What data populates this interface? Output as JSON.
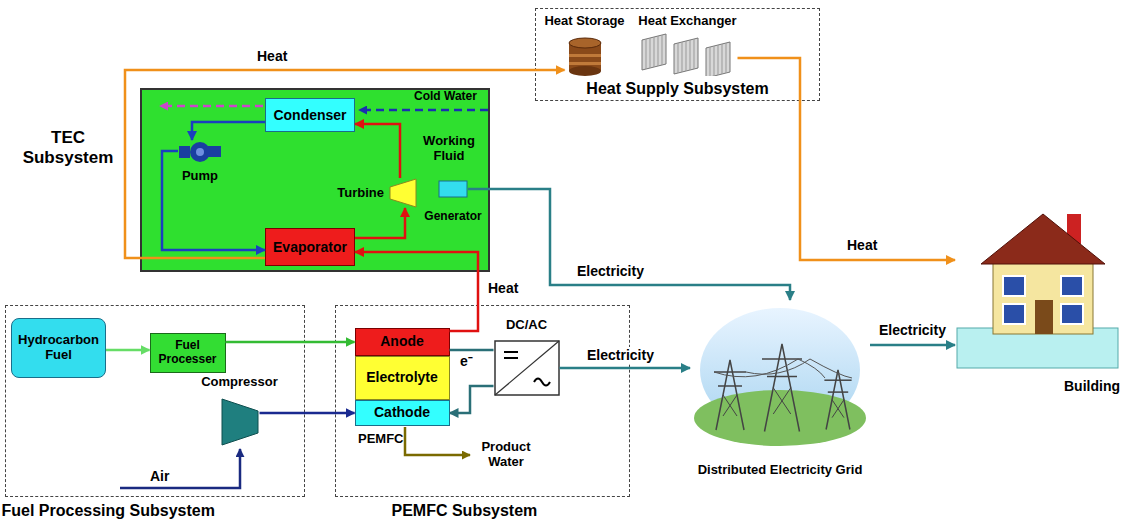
{
  "diagram": {
    "nodes": [
      {
        "text": [
          "TEC Subsystem"
        ]
      },
      {
        "text": [
          "Condenser"
        ],
        "in": 0
      },
      {
        "text": [
          "Evaporator"
        ],
        "in": 0
      },
      {
        "text": [
          "Pump"
        ],
        "in": 0
      },
      {
        "text": [
          "Turbine"
        ],
        "in": 0
      },
      {
        "text": [
          "Generator"
        ],
        "in": 0
      },
      {
        "text": [
          "Heat Supply Subsystem"
        ]
      },
      {
        "text": [
          "Heat Storage"
        ],
        "in": 6
      },
      {
        "text": [
          "Heat Exchanger"
        ],
        "in": 6
      },
      {
        "text": [
          "Fuel Processing Subsystem"
        ]
      },
      {
        "text": [
          "Hydrocarbon Fuel"
        ],
        "in": 9
      },
      {
        "text": [
          "Fuel Processer"
        ],
        "in": 9
      },
      {
        "text": [
          "Compressor"
        ],
        "in": 9
      },
      {
        "text": [
          "PEMFC Subsystem"
        ]
      },
      {
        "text": [
          "Anode"
        ],
        "in": 13
      },
      {
        "text": [
          "Electrolyte"
        ],
        "in": 13
      },
      {
        "text": [
          "Cathode"
        ],
        "in": 13
      },
      {
        "text": [
          "DC/AC"
        ],
        "in": 13
      },
      {
        "text": [
          "Distributed Electricity Grid"
        ]
      },
      {
        "text": [
          "Building"
        ]
      }
    ],
    "edges": [
      {
        "from": 1,
        "to": 3,
        "arrow": "to"
      },
      {
        "from": 3,
        "to": 2,
        "arrow": "to"
      },
      {
        "from": 2,
        "to": 4,
        "arrow": "to"
      },
      {
        "from": 4,
        "to": 1,
        "arrow": "to"
      },
      {
        "from": 14,
        "to": 2,
        "label": "Heat",
        "arrow": "to"
      },
      {
        "from": 14,
        "to": 17,
        "label": "e⁻",
        "arrow": "none"
      },
      {
        "from": 17,
        "to": 16,
        "arrow": "to"
      },
      {
        "from": 17,
        "to": 18,
        "label": "Electricity",
        "arrow": "to"
      },
      {
        "from": 5,
        "to": 18,
        "label": "Electricity",
        "arrow": "to"
      },
      {
        "from": 2,
        "to": 7,
        "label": "Heat",
        "arrow": "to"
      },
      {
        "from": 8,
        "to": 19,
        "label": "Heat",
        "arrow": "to"
      },
      {
        "from": 18,
        "to": 19,
        "label": "Electricity",
        "arrow": "to"
      },
      {
        "from": 10,
        "to": 11,
        "arrow": "to"
      },
      {
        "from": 11,
        "to": 14,
        "arrow": "to"
      },
      {
        "from": 12,
        "to": 16,
        "arrow": "to"
      }
    ],
    "labels": [
      "Cold Water",
      "Working Fluid",
      "Air",
      "PEMFC",
      "Product Water"
    ]
  }
}
